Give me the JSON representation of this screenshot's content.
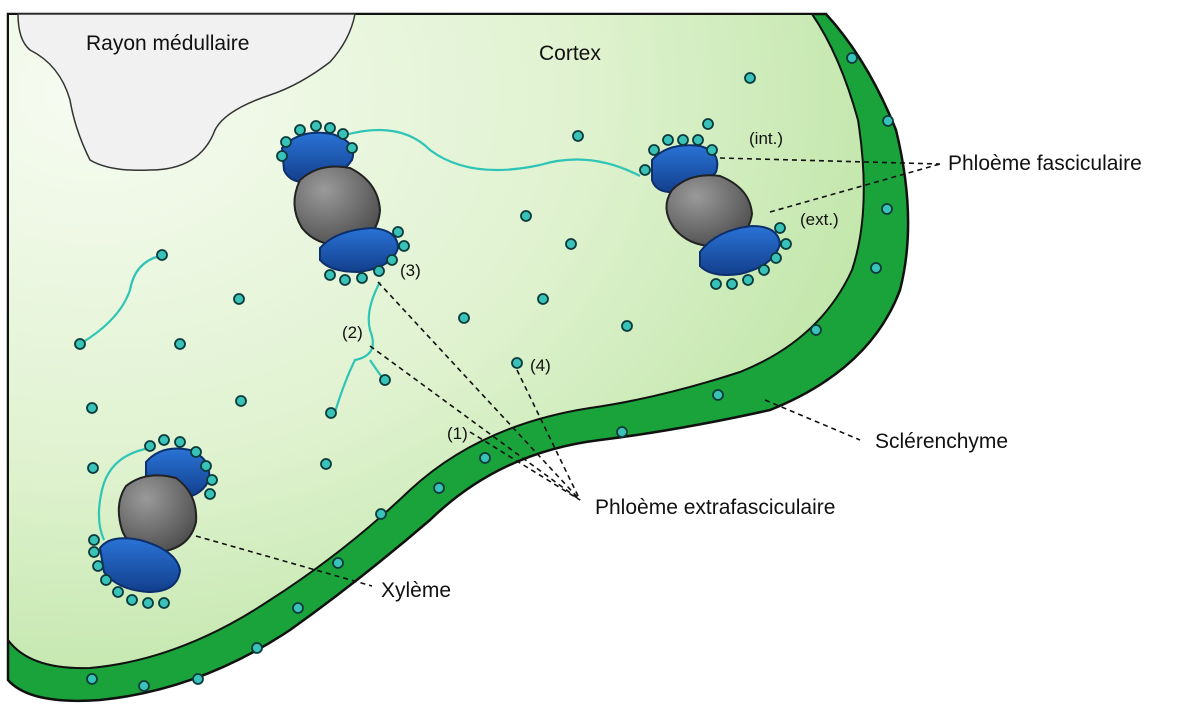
{
  "labels": {
    "rayon": "Rayon médullaire",
    "cortex": "Cortex",
    "phloeme_fasciculaire": "Phloème fasciculaire",
    "int": "(int.)",
    "ext": "(ext.)",
    "sclerenchyme": "Sclérenchyme",
    "phloeme_extrafasciculaire": "Phloème extrafasciculaire",
    "xyleme": "Xylème",
    "n1": "(1)",
    "n2": "(2)",
    "n3": "(3)",
    "n4": "(4)"
  },
  "colors": {
    "cortex_light": "#eef8e6",
    "cortex_dark": "#bfe6a6",
    "sclerenchyme": "#1aa33a",
    "ray": "#f1f1f1",
    "phloem": "#1f5fbf",
    "phloem_dark": "#0d2f6b",
    "xylem": "#6f6f6f",
    "xylem_dark": "#3b3b3b",
    "cell": "#38c2b8",
    "strand": "#2ec4b6"
  }
}
